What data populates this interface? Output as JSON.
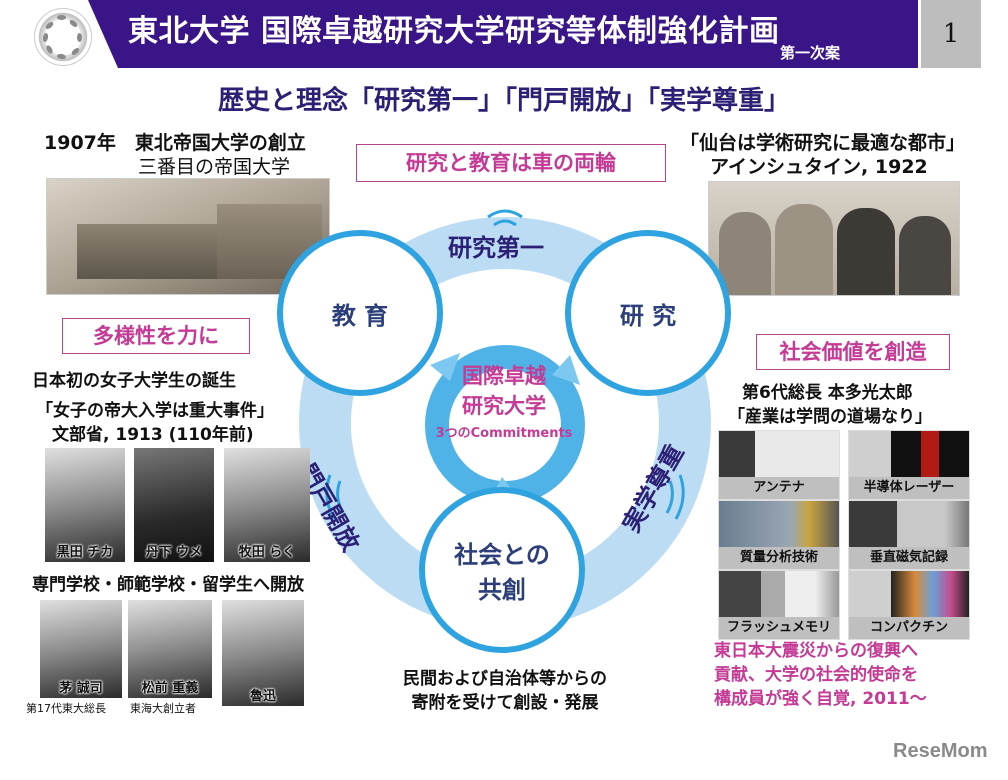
{
  "header": {
    "title": "東北大学 国際卓越研究大学研究等体制強化計画",
    "subtitle": "第一次案",
    "page_number": "1",
    "logo_icon": "university-crest-logo"
  },
  "main_title": "歴史と理念「研究第一」「門戸開放」「実学尊重」",
  "history": {
    "heading": "1907年　東北帝国大学の創立",
    "subheading": "三番目の帝国大学",
    "photo": "old-university-building-photo"
  },
  "einstein": {
    "quote": "「仙台は学術研究に最適な都市」",
    "attribution": "アインシュタイン, 1922",
    "photo": "einstein-group-photo"
  },
  "diagram": {
    "top_box": "研究と教育は車の両輪",
    "circles": {
      "education": "教 育",
      "research": "研 究",
      "society_line1": "社会との",
      "society_line2": "共創"
    },
    "arcs": {
      "top": "研究第一",
      "left": "門戸開放",
      "right": "実学尊重"
    },
    "center": {
      "line1": "国際卓越",
      "line2": "研究大学",
      "line3": "3つのCommitments"
    },
    "bottom_text_line1": "民間および自治体等からの",
    "bottom_text_line2": "寄附を受けて創設・発展",
    "colors": {
      "ring": "#2ea3e0",
      "arc": "#b9dcf5",
      "pink": "#c43a95",
      "navy": "#2b2076"
    }
  },
  "diversity": {
    "box": "多様性を力に",
    "line1": "日本初の女子大学生の誕生",
    "line2": "「女子の帝大入学は重大事件」",
    "line3": "文部省, 1913 (110年前)",
    "women": [
      {
        "name": "黒田 チカ"
      },
      {
        "name": "丹下 ウメ"
      },
      {
        "name": "牧田 らく"
      }
    ],
    "open_heading": "専門学校・師範学校・留学生へ開放",
    "men": [
      {
        "name": "茅 誠司",
        "role": "第17代東大総長"
      },
      {
        "name": "松前 重義",
        "role": "東海大創立者"
      },
      {
        "name": "魯迅",
        "role": ""
      }
    ]
  },
  "social_value": {
    "box": "社会価値を創造",
    "line1": "第6代総長 本多光太郎",
    "line2": "「産業は学問の道場なり」",
    "technologies": [
      {
        "label": "アンテナ"
      },
      {
        "label": "半導体レーザー"
      },
      {
        "label": "質量分析技術"
      },
      {
        "label": "垂直磁気記録"
      },
      {
        "label": "フラッシュメモリ"
      },
      {
        "label": "コンパクチン"
      }
    ],
    "recovery_line1": "東日本大震災からの復興へ",
    "recovery_line2": "貢献、大学の社会的使命を",
    "recovery_line3": "構成員が強く自覚, 2011〜"
  },
  "watermark": "ReseMom"
}
